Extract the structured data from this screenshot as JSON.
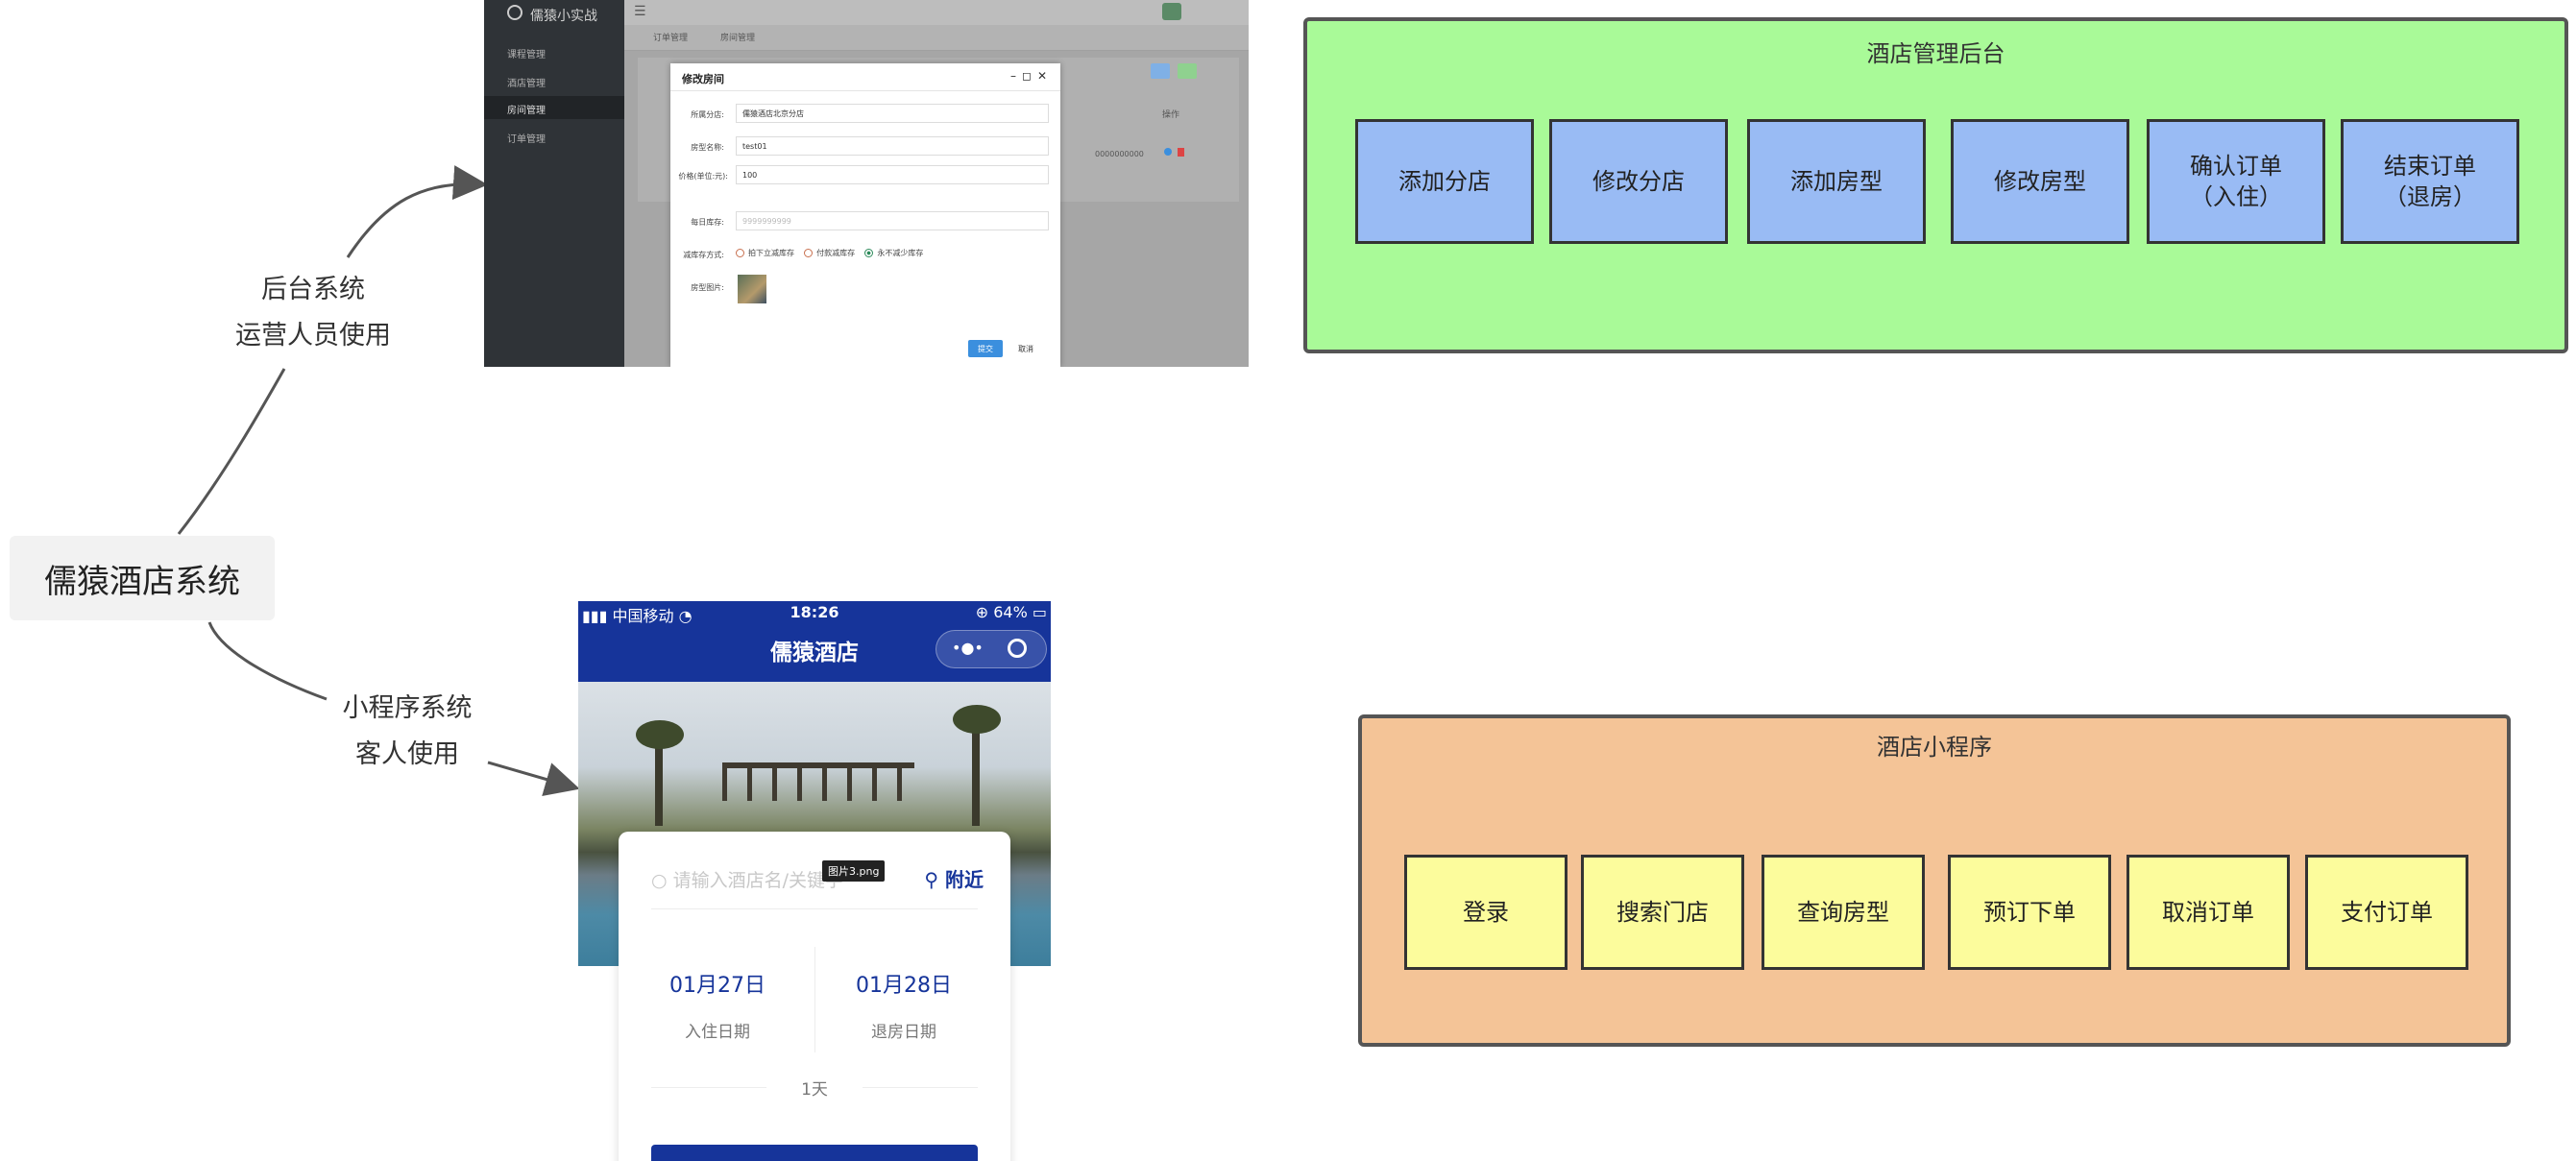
{
  "root": {
    "label": "儒猿酒店系统"
  },
  "branches": {
    "admin": {
      "line1": "后台系统",
      "line2": "运营人员使用"
    },
    "miniprogram": {
      "line1": "小程序系统",
      "line2": "客人使用"
    }
  },
  "admin_screenshot": {
    "logo_text": "儒猿小实战",
    "sidebar": [
      "课程管理",
      "酒店管理",
      "房间管理",
      "订单管理"
    ],
    "tabs": [
      "订单管理",
      "房间管理"
    ],
    "dialog": {
      "title": "修改房间",
      "fields": [
        {
          "label": "所属分店:",
          "value": "儒猿酒店北京分店"
        },
        {
          "label": "房型名称:",
          "value": "test01"
        },
        {
          "label": "价格(单位:元):",
          "value": "100"
        },
        {
          "label": "每日库存:",
          "value": "9999999999"
        }
      ],
      "stock_label": "减库存方式:",
      "stock_options": [
        "拍下立减库存",
        "付款减库存",
        "永不减少库存"
      ],
      "image_label": "房型图片:",
      "submit": "提交",
      "cancel": "取消"
    },
    "table_header_ops": "操作",
    "table_value": "0000000000"
  },
  "miniprogram_screenshot": {
    "carrier": "中国移动",
    "time": "18:26",
    "battery": "64%",
    "title": "儒猿酒店",
    "search_placeholder": "请输入酒店名/关键字",
    "nearby": "附近",
    "tooltip": "图片3.png",
    "checkin_date": "01月27日",
    "checkin_label": "入住日期",
    "checkout_date": "01月28日",
    "checkout_label": "退房日期",
    "nights": "1天"
  },
  "admin_panel": {
    "title": "酒店管理后台",
    "color": "#a9fa98",
    "modules": [
      "添加分店",
      "修改分店",
      "添加房型",
      "修改房型",
      "确认订单\n（入住）",
      "结束订单\n（退房）"
    ]
  },
  "miniprogram_panel": {
    "title": "酒店小程序",
    "color": "#f4c497",
    "modules": [
      "登录",
      "搜索门店",
      "查询房型",
      "预订下单",
      "取消订单",
      "支付订单"
    ]
  }
}
